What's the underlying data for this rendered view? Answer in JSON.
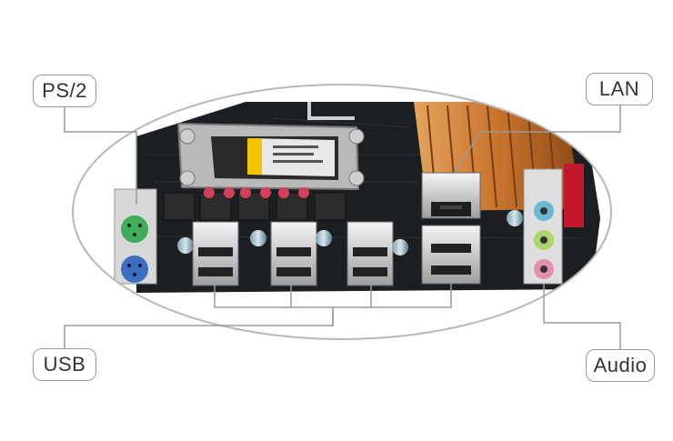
{
  "labels": {
    "ps2": "PS/2",
    "lan": "LAN",
    "usb": "USB",
    "audio": "Audio"
  },
  "colors": {
    "pcb": "#1c1f22",
    "heatsink": "#c8742c",
    "ps2_keyboard": "#3fae5a",
    "ps2_mouse": "#3b6fc4",
    "audio_blue": "#6ab7d6",
    "audio_green": "#a9d56b",
    "audio_pink": "#e58fb0",
    "callout_line": "#9a9a9a"
  }
}
